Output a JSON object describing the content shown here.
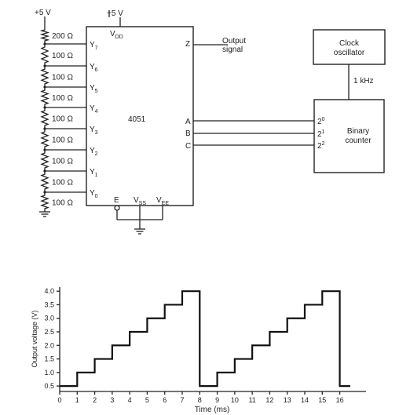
{
  "supply": {
    "left_rail": "+5 V",
    "chip_rail": "+5 V"
  },
  "ladder": {
    "resistors": [
      "200 Ω",
      "100 Ω",
      "100 Ω",
      "100 Ω",
      "100 Ω",
      "100 Ω",
      "100 Ω",
      "100 Ω",
      "100 Ω"
    ]
  },
  "chip": {
    "name": "4051",
    "vdd": {
      "main": "V",
      "sub": "DD"
    },
    "inputs": [
      {
        "main": "Y",
        "sub": "7"
      },
      {
        "main": "Y",
        "sub": "6"
      },
      {
        "main": "Y",
        "sub": "5"
      },
      {
        "main": "Y",
        "sub": "4"
      },
      {
        "main": "Y",
        "sub": "3"
      },
      {
        "main": "Y",
        "sub": "2"
      },
      {
        "main": "Y",
        "sub": "1"
      },
      {
        "main": "Y",
        "sub": "0"
      }
    ],
    "z": "Z",
    "selects": [
      "A",
      "B",
      "C"
    ],
    "bottom": [
      {
        "main": "E",
        "sub": ""
      },
      {
        "main": "V",
        "sub": "SS"
      },
      {
        "main": "V",
        "sub": "EE"
      }
    ]
  },
  "output_label": [
    "Output",
    "signal"
  ],
  "clock": {
    "label": [
      "Clock",
      "oscillator"
    ],
    "freq": "1 kHz"
  },
  "counter": {
    "label": [
      "Binary",
      "counter"
    ],
    "inputs": [
      {
        "main": "2",
        "sup": "0"
      },
      {
        "main": "2",
        "sup": "1"
      },
      {
        "main": "2",
        "sup": "2"
      }
    ]
  },
  "chart_data": {
    "type": "line",
    "xlabel": "Time (ms)",
    "ylabel": "Output voltage (V)",
    "xlim": [
      0,
      17.5
    ],
    "ylim": [
      0.3,
      4.15
    ],
    "x_ticks": [
      "0",
      "1",
      "2",
      "3",
      "4",
      "5",
      "6",
      "7",
      "8",
      "9",
      "10",
      "11",
      "12",
      "13",
      "14",
      "15",
      "16"
    ],
    "y_ticks": [
      "0.5",
      "1.0",
      "1.5",
      "2.0",
      "2.5",
      "3.0",
      "3.5",
      "4.0"
    ],
    "series": [
      {
        "x": [
          0,
          1,
          2,
          3,
          4,
          5,
          6,
          7,
          8,
          9,
          10,
          11,
          12,
          13,
          14,
          15,
          16
        ],
        "y": [
          0.5,
          1.0,
          1.5,
          2.0,
          2.5,
          3.0,
          3.5,
          4.0,
          0.5,
          1.0,
          1.5,
          2.0,
          2.5,
          3.0,
          3.5,
          4.0,
          0.5
        ]
      }
    ]
  }
}
